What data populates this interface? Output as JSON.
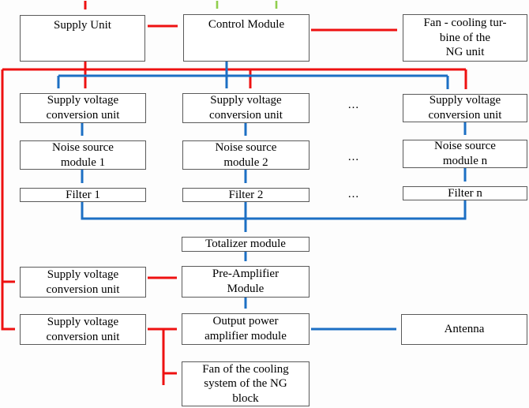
{
  "colors": {
    "red": "#ee1111",
    "blue": "#1c6fc4",
    "green": "#90ce4d",
    "box_border": "#5a5a5a",
    "text": "#000000"
  },
  "nodes": {
    "supply_unit": {
      "label": "Supply Unit"
    },
    "control_module": {
      "label": "Control Module"
    },
    "fan_turbine": {
      "label": "Fan - cooling tur-\nbine of the\nNG unit"
    },
    "svcu_1": {
      "label": "Supply voltage\nconversion unit"
    },
    "svcu_2": {
      "label": "Supply voltage\nconversion unit"
    },
    "svcu_n": {
      "label": "Supply voltage\nconversion unit"
    },
    "noise_1": {
      "label": "Noise source\nmodule 1"
    },
    "noise_2": {
      "label": "Noise source\nmodule 2"
    },
    "noise_n": {
      "label": "Noise source\nmodule n"
    },
    "filter_1": {
      "label": "Filter 1"
    },
    "filter_2": {
      "label": "Filter 2"
    },
    "filter_n": {
      "label": "Filter n"
    },
    "totalizer": {
      "label": "Totalizer module"
    },
    "preamp": {
      "label": "Pre-Amplifier\nModule"
    },
    "svcu_preamp": {
      "label": "Supply voltage\nconversion unit"
    },
    "svcu_outamp": {
      "label": "Supply voltage\nconversion unit"
    },
    "outamp": {
      "label": "Output power\namplifier module"
    },
    "antenna": {
      "label": "Antenna"
    },
    "fan_ng": {
      "label": "Fan of the cooling\nsystem of the NG\nblock"
    }
  },
  "ellipsis": {
    "row_svcu": "...",
    "row_noise": "...",
    "row_filter": "..."
  },
  "edges": [
    {
      "from": "external-power",
      "to": "supply_unit",
      "color": "red"
    },
    {
      "from": "external-control",
      "to": "control_module",
      "color": "green"
    },
    {
      "from": "external-control",
      "to": "control_module",
      "color": "green"
    },
    {
      "from": "supply_unit",
      "to": "control_module",
      "color": "red"
    },
    {
      "from": "control_module",
      "to": "fan_turbine",
      "color": "red"
    },
    {
      "from": "supply_unit",
      "to": "svcu_1",
      "color": "red"
    },
    {
      "from": "supply_unit",
      "to": "svcu_2",
      "color": "red"
    },
    {
      "from": "supply_unit",
      "to": "svcu_n",
      "color": "red"
    },
    {
      "from": "supply_unit",
      "to": "svcu_preamp",
      "color": "red"
    },
    {
      "from": "supply_unit",
      "to": "svcu_outamp",
      "color": "red"
    },
    {
      "from": "control_module",
      "to": "svcu_1",
      "color": "blue"
    },
    {
      "from": "control_module",
      "to": "svcu_2",
      "color": "blue"
    },
    {
      "from": "control_module",
      "to": "svcu_n",
      "color": "blue"
    },
    {
      "from": "svcu_1",
      "to": "noise_1",
      "color": "blue"
    },
    {
      "from": "svcu_2",
      "to": "noise_2",
      "color": "blue"
    },
    {
      "from": "svcu_n",
      "to": "noise_n",
      "color": "blue"
    },
    {
      "from": "noise_1",
      "to": "filter_1",
      "color": "blue"
    },
    {
      "from": "noise_2",
      "to": "filter_2",
      "color": "blue"
    },
    {
      "from": "noise_n",
      "to": "filter_n",
      "color": "blue"
    },
    {
      "from": "filter_1",
      "to": "totalizer",
      "color": "blue"
    },
    {
      "from": "filter_2",
      "to": "totalizer",
      "color": "blue"
    },
    {
      "from": "filter_n",
      "to": "totalizer",
      "color": "blue"
    },
    {
      "from": "totalizer",
      "to": "preamp",
      "color": "blue"
    },
    {
      "from": "svcu_preamp",
      "to": "preamp",
      "color": "red"
    },
    {
      "from": "preamp",
      "to": "outamp",
      "color": "blue"
    },
    {
      "from": "svcu_outamp",
      "to": "outamp",
      "color": "red"
    },
    {
      "from": "svcu_outamp",
      "to": "fan_ng",
      "color": "red"
    },
    {
      "from": "outamp",
      "to": "antenna",
      "color": "blue"
    }
  ]
}
